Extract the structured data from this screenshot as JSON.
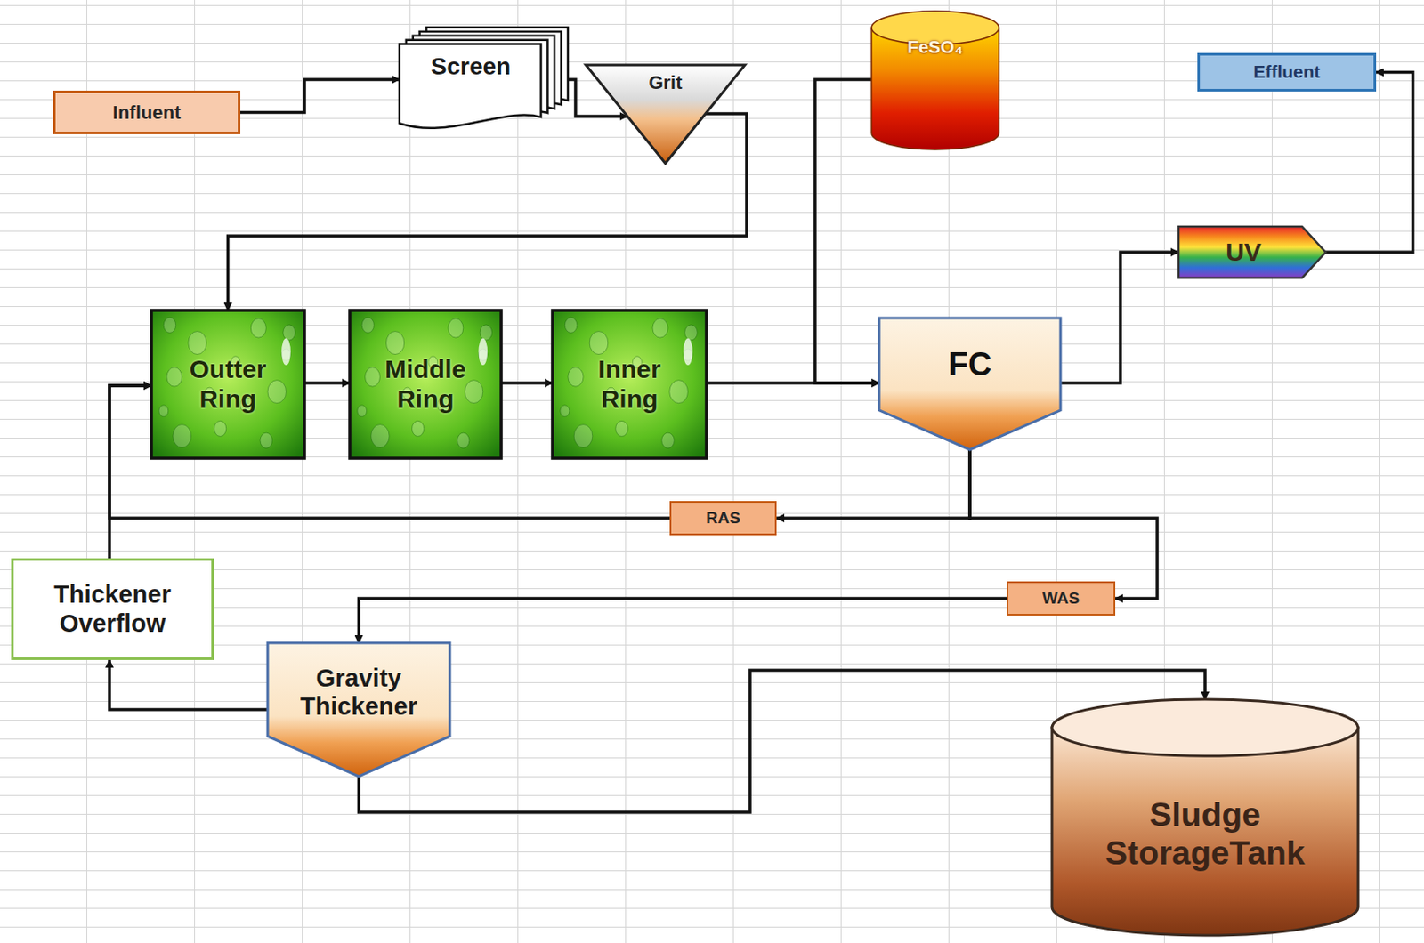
{
  "diagram": {
    "nodes": [
      {
        "text": [
          "Influent"
        ]
      },
      {
        "text": [
          "Screen"
        ]
      },
      {
        "text": [
          "Grit"
        ]
      },
      {
        "text": [
          "FeSO₄"
        ]
      },
      {
        "text": [
          "Effluent"
        ]
      },
      {
        "text": [
          "Outter Ring"
        ]
      },
      {
        "text": [
          "Middle Ring"
        ]
      },
      {
        "text": [
          "Inner Ring"
        ]
      },
      {
        "text": [
          "FC"
        ]
      },
      {
        "text": [
          "UV"
        ]
      },
      {
        "text": [
          "RAS"
        ]
      },
      {
        "text": [
          "WAS"
        ]
      },
      {
        "text": [
          "Thickener Overflow"
        ]
      },
      {
        "text": [
          "Gravity Thickener"
        ]
      },
      {
        "text": [
          "Sludge StorageTank"
        ]
      }
    ],
    "edges": [
      {
        "from": 0,
        "to": 1,
        "arrow": "to"
      },
      {
        "from": 1,
        "to": 2,
        "arrow": "to"
      },
      {
        "from": 2,
        "to": 5,
        "arrow": "to"
      },
      {
        "from": 3,
        "to": 8,
        "arrow": "to"
      },
      {
        "from": 5,
        "to": 6,
        "arrow": "to"
      },
      {
        "from": 6,
        "to": 7,
        "arrow": "to"
      },
      {
        "from": 7,
        "to": 8,
        "arrow": "to"
      },
      {
        "from": 8,
        "to": 9,
        "arrow": "to"
      },
      {
        "from": 9,
        "to": 4,
        "arrow": "to"
      },
      {
        "from": 8,
        "to": 10,
        "arrow": "to"
      },
      {
        "from": 10,
        "to": 5,
        "arrow": "to"
      },
      {
        "from": 8,
        "to": 11,
        "arrow": "to"
      },
      {
        "from": 11,
        "to": 13,
        "arrow": "to"
      },
      {
        "from": 13,
        "to": 12,
        "arrow": "to"
      },
      {
        "from": 12,
        "to": 5,
        "arrow": "to"
      },
      {
        "from": 13,
        "to": 14,
        "arrow": "to"
      }
    ]
  }
}
